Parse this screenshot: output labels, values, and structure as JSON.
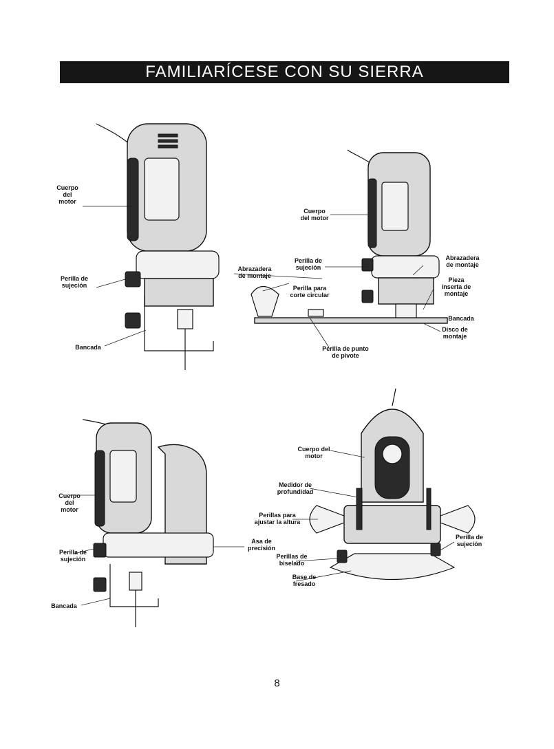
{
  "page": {
    "title": "FAMILIARÍCESE CON SU SIERRA",
    "page_number": "8"
  },
  "figure1": {
    "labels": {
      "motor_body": "Cuerpo\ndel\nmotor",
      "clamp_knob": "Perilla de\nsujeción",
      "base": "Bancada"
    }
  },
  "figure2": {
    "labels": {
      "motor_body": "Cuerpo\ndel motor",
      "clamp_knob": "Perilla de\nsujeción",
      "mount_clamp_left": "Abrazadera\nde montaje",
      "circle_knob": "Perilla para\ncorte circular",
      "pivot_knob": "Perilla de punto\nde pivote",
      "mount_clamp_right": "Abrazadera\nde montaje",
      "insert_piece": "Pieza\ninserta de\nmontaje",
      "base": "Bancada",
      "mount_disc": "Disco de\nmontaje"
    }
  },
  "figure3": {
    "labels": {
      "motor_body": "Cuerpo\ndel\nmotor",
      "clamp_knob": "Perilla de\nsujeción",
      "base": "Bancada",
      "precision_handle": "Asa de\nprecisión"
    }
  },
  "figure4": {
    "labels": {
      "motor_body": "Cuerpo del\nmotor",
      "depth_gauge": "Medidor de\nprofundidad",
      "height_knobs": "Perillas para\najustar la altura",
      "bevel_knobs": "Perillas de\nbiselado",
      "router_base": "Base de\nfresado",
      "clamp_knob": "Perilla de\nsujeción"
    }
  }
}
